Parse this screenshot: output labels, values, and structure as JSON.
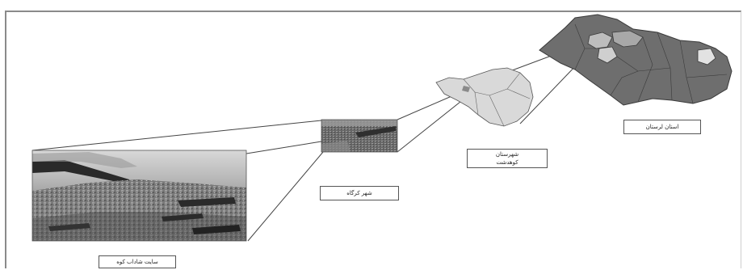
{
  "labels": {
    "province": "استان لرستان",
    "county_line1": "شهرستان",
    "county_line2": "کوهدشت",
    "city": "شهر کرگاه",
    "site": "سایت شاداب کوه"
  },
  "colors": {
    "province_fill": "#6e6e6e",
    "province_highlight": "#bdbdbd",
    "county_fill": "#d9d9d9",
    "leader_line": "#444444"
  }
}
